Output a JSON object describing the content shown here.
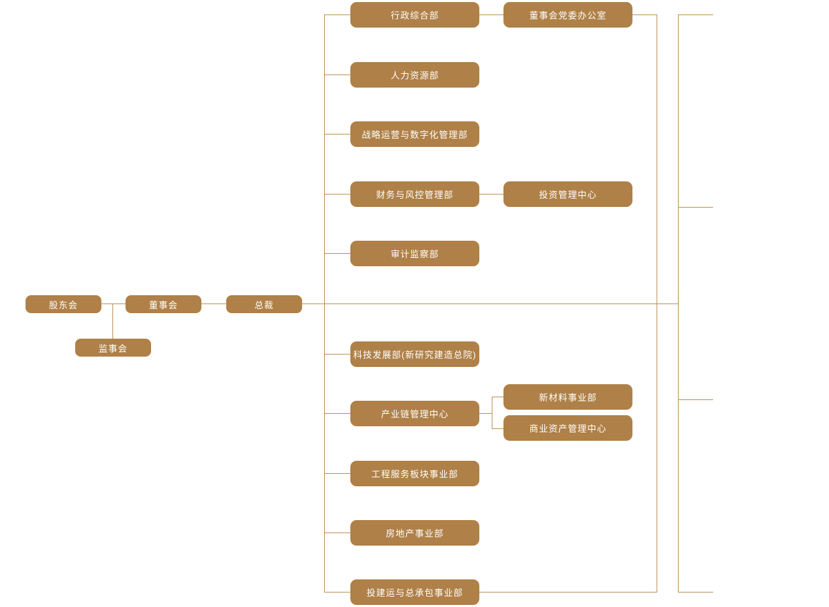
{
  "colors": {
    "background": "#ffffff",
    "node_fill": "#af8047",
    "node_text": "#ffffff",
    "connector_line": "#bb9258"
  },
  "org_chart": {
    "governance": {
      "shareholders": "股东会",
      "supervisory_board": "监事会",
      "board_of_directors": "董事会",
      "president": "总裁"
    },
    "departments": {
      "admin_general": "行政综合部",
      "human_resources": "人力资源部",
      "strategy_digital": "战略运营与数字化管理部",
      "finance_risk": "财务与风控管理部",
      "audit_supervision": "审计监察部",
      "tech_development": "科技发展部(新研究建造总院)",
      "industry_chain_center": "产业链管理中心",
      "engineering_services": "工程服务板块事业部",
      "real_estate": "房地产事业部",
      "investment_epc": "投建运与总承包事业部"
    },
    "sub_units": {
      "board_party_office": "董事会党委办公室",
      "investment_center": "投资管理中心",
      "new_materials": "新材料事业部",
      "commercial_assets": "商业资产管理中心"
    }
  }
}
